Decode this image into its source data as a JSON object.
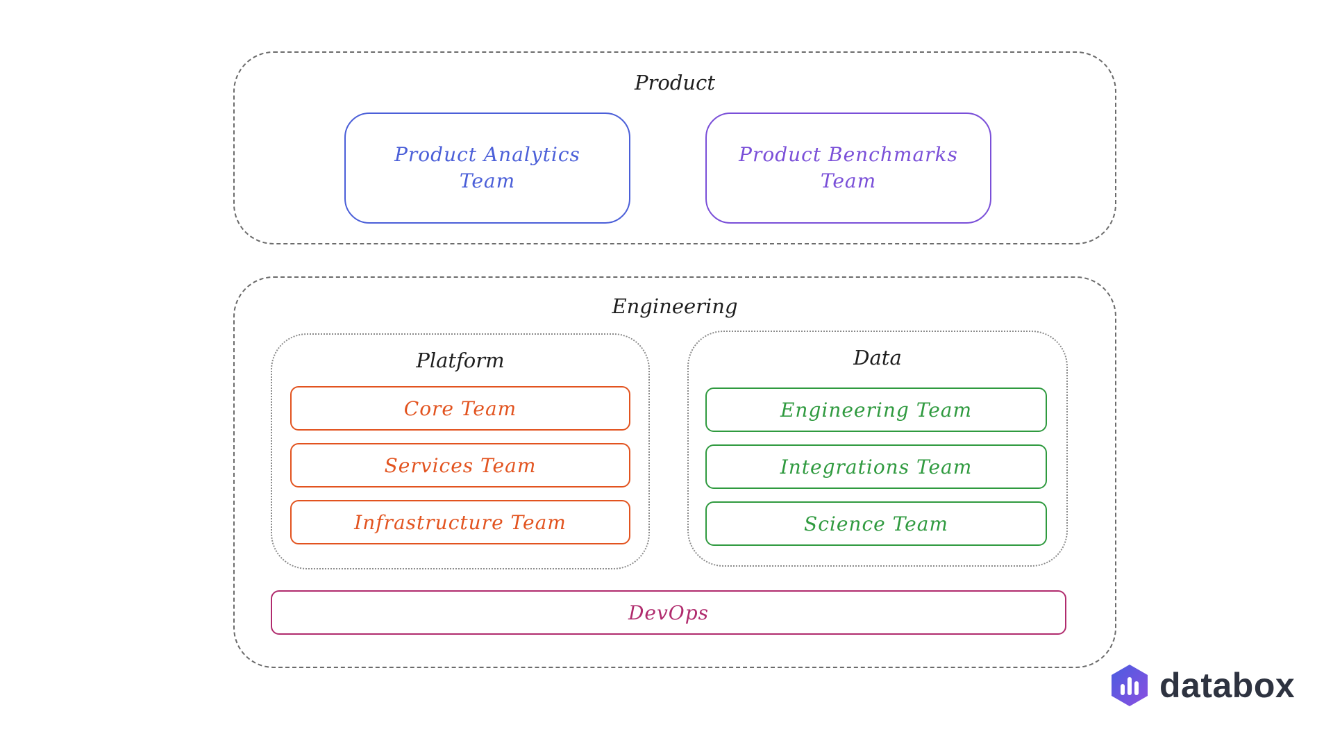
{
  "product": {
    "label": "Product",
    "teams": [
      {
        "name": "Product Analytics Team",
        "color": "#4b5fd8"
      },
      {
        "name": "Product Benchmarks Team",
        "color": "#7a4fd8"
      }
    ]
  },
  "engineering": {
    "label": "Engineering",
    "platform": {
      "label": "Platform",
      "color": "#e2531f",
      "teams": [
        "Core Team",
        "Services Team",
        "Infrastructure Team"
      ]
    },
    "data": {
      "label": "Data",
      "color": "#2f9a3f",
      "teams": [
        "Engineering Team",
        "Integrations Team",
        "Science Team"
      ]
    },
    "devops": {
      "label": "DevOps",
      "color": "#b02b6d"
    }
  },
  "brand": {
    "name": "databox",
    "icon": "databox-logo-icon",
    "icon_colors": [
      "#4a5de0",
      "#8b4fe0"
    ]
  }
}
